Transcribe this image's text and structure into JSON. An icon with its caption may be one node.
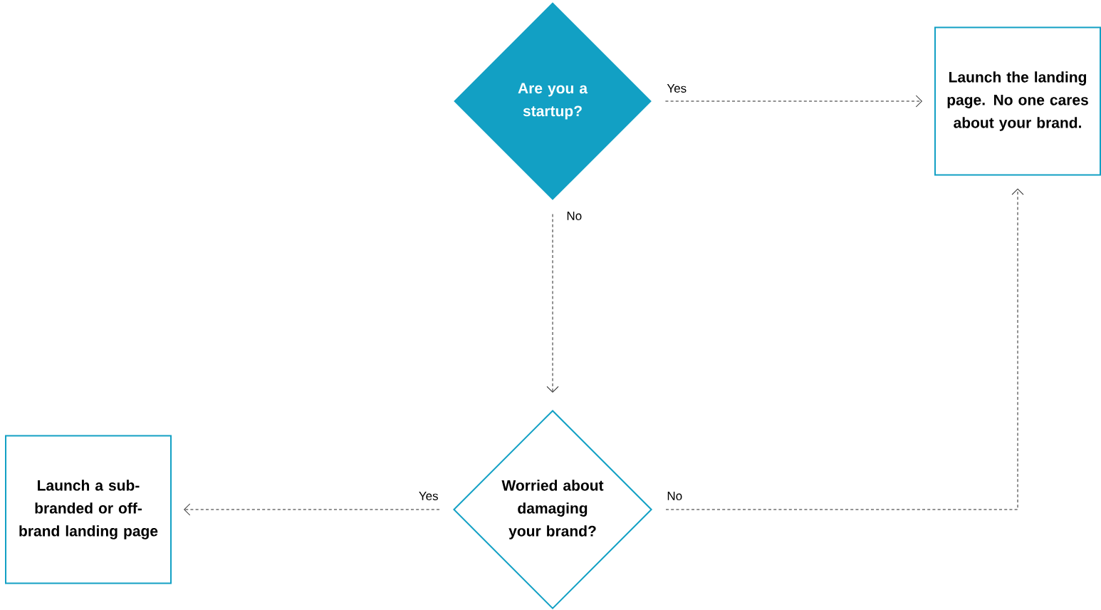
{
  "diagram": {
    "nodes": [
      {
        "text": [
          "Are you a startup?"
        ]
      },
      {
        "text": [
          "Launch the landing page. No one cares about your brand."
        ]
      },
      {
        "text": [
          "Worried about damaging your brand?"
        ]
      },
      {
        "text": [
          "Launch a sub-branded or off-brand landing page"
        ]
      }
    ],
    "edges": [
      {
        "from": 0,
        "to": 1,
        "arrow": "to",
        "label": "Yes",
        "style": "dashed"
      },
      {
        "from": 0,
        "to": 2,
        "arrow": "to",
        "label": "No",
        "style": "dashed"
      },
      {
        "from": 2,
        "to": 3,
        "arrow": "to",
        "label": "Yes",
        "style": "dashed"
      },
      {
        "from": 2,
        "to": 1,
        "arrow": "to",
        "label": "No",
        "style": "dashed"
      }
    ]
  }
}
